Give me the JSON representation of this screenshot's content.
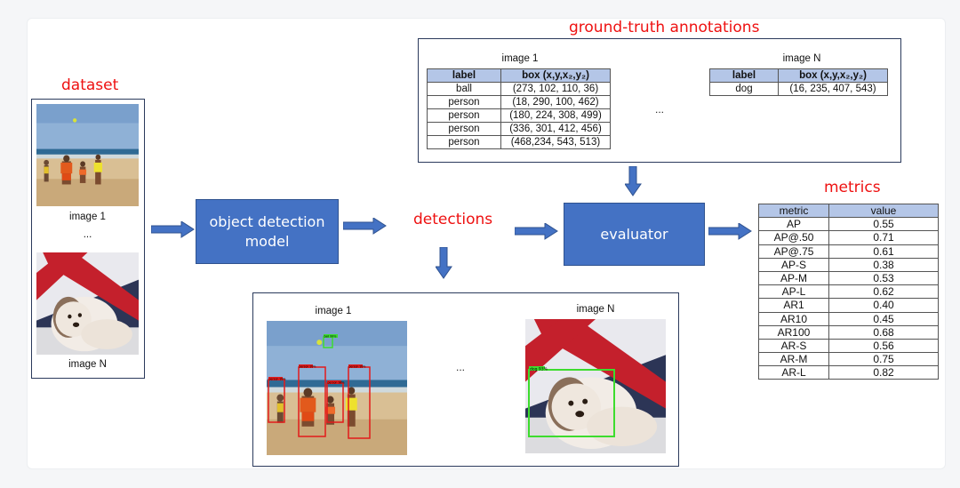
{
  "colors": {
    "accent_red": "#ee1111",
    "box_blue": "#4472c4",
    "header_blue": "#b4c6e7",
    "det_red": "#e31b1b",
    "det_green": "#3ddc2e"
  },
  "dataset": {
    "title": "dataset",
    "image1_caption": "image 1",
    "ellipsis": "...",
    "imageN_caption": "image N"
  },
  "model": {
    "label": "object detection model"
  },
  "detections": {
    "title": "detections",
    "image1_caption": "image 1",
    "imageN_caption": "image N",
    "ellipsis": "...",
    "image1_tags": [
      "ball 99%",
      "person 99%",
      "person 99%",
      "person 98%",
      "person 99%"
    ],
    "imageN_tag": "dog 93%"
  },
  "ground_truth": {
    "title": "ground-truth annotations",
    "image1_caption": "image 1",
    "imageN_caption": "image N",
    "ellipsis": "...",
    "header_label": "label",
    "header_box": "box (x,y,x₂,y₂)",
    "image1_rows": [
      {
        "label": "ball",
        "box": "(273, 102, 110, 36)"
      },
      {
        "label": "person",
        "box": "(18, 290, 100, 462)"
      },
      {
        "label": "person",
        "box": "(180, 224, 308, 499)"
      },
      {
        "label": "person",
        "box": "(336, 301, 412, 456)"
      },
      {
        "label": "person",
        "box": "(468,234, 543, 513)"
      }
    ],
    "imageN_rows": [
      {
        "label": "dog",
        "box": "(16, 235, 407, 543)"
      }
    ]
  },
  "evaluator": {
    "label": "evaluator"
  },
  "metrics": {
    "title": "metrics",
    "header_metric": "metric",
    "header_value": "value",
    "rows": [
      {
        "metric": "AP",
        "value": "0.55"
      },
      {
        "metric": "AP@.50",
        "value": "0.71"
      },
      {
        "metric": "AP@.75",
        "value": "0.61"
      },
      {
        "metric": "AP-S",
        "value": "0.38"
      },
      {
        "metric": "AP-M",
        "value": "0.53"
      },
      {
        "metric": "AP-L",
        "value": "0.62"
      },
      {
        "metric": "AR1",
        "value": "0.40"
      },
      {
        "metric": "AR10",
        "value": "0.45"
      },
      {
        "metric": "AR100",
        "value": "0.68"
      },
      {
        "metric": "AR-S",
        "value": "0.56"
      },
      {
        "metric": "AR-M",
        "value": "0.75"
      },
      {
        "metric": "AR-L",
        "value": "0.82"
      }
    ]
  }
}
